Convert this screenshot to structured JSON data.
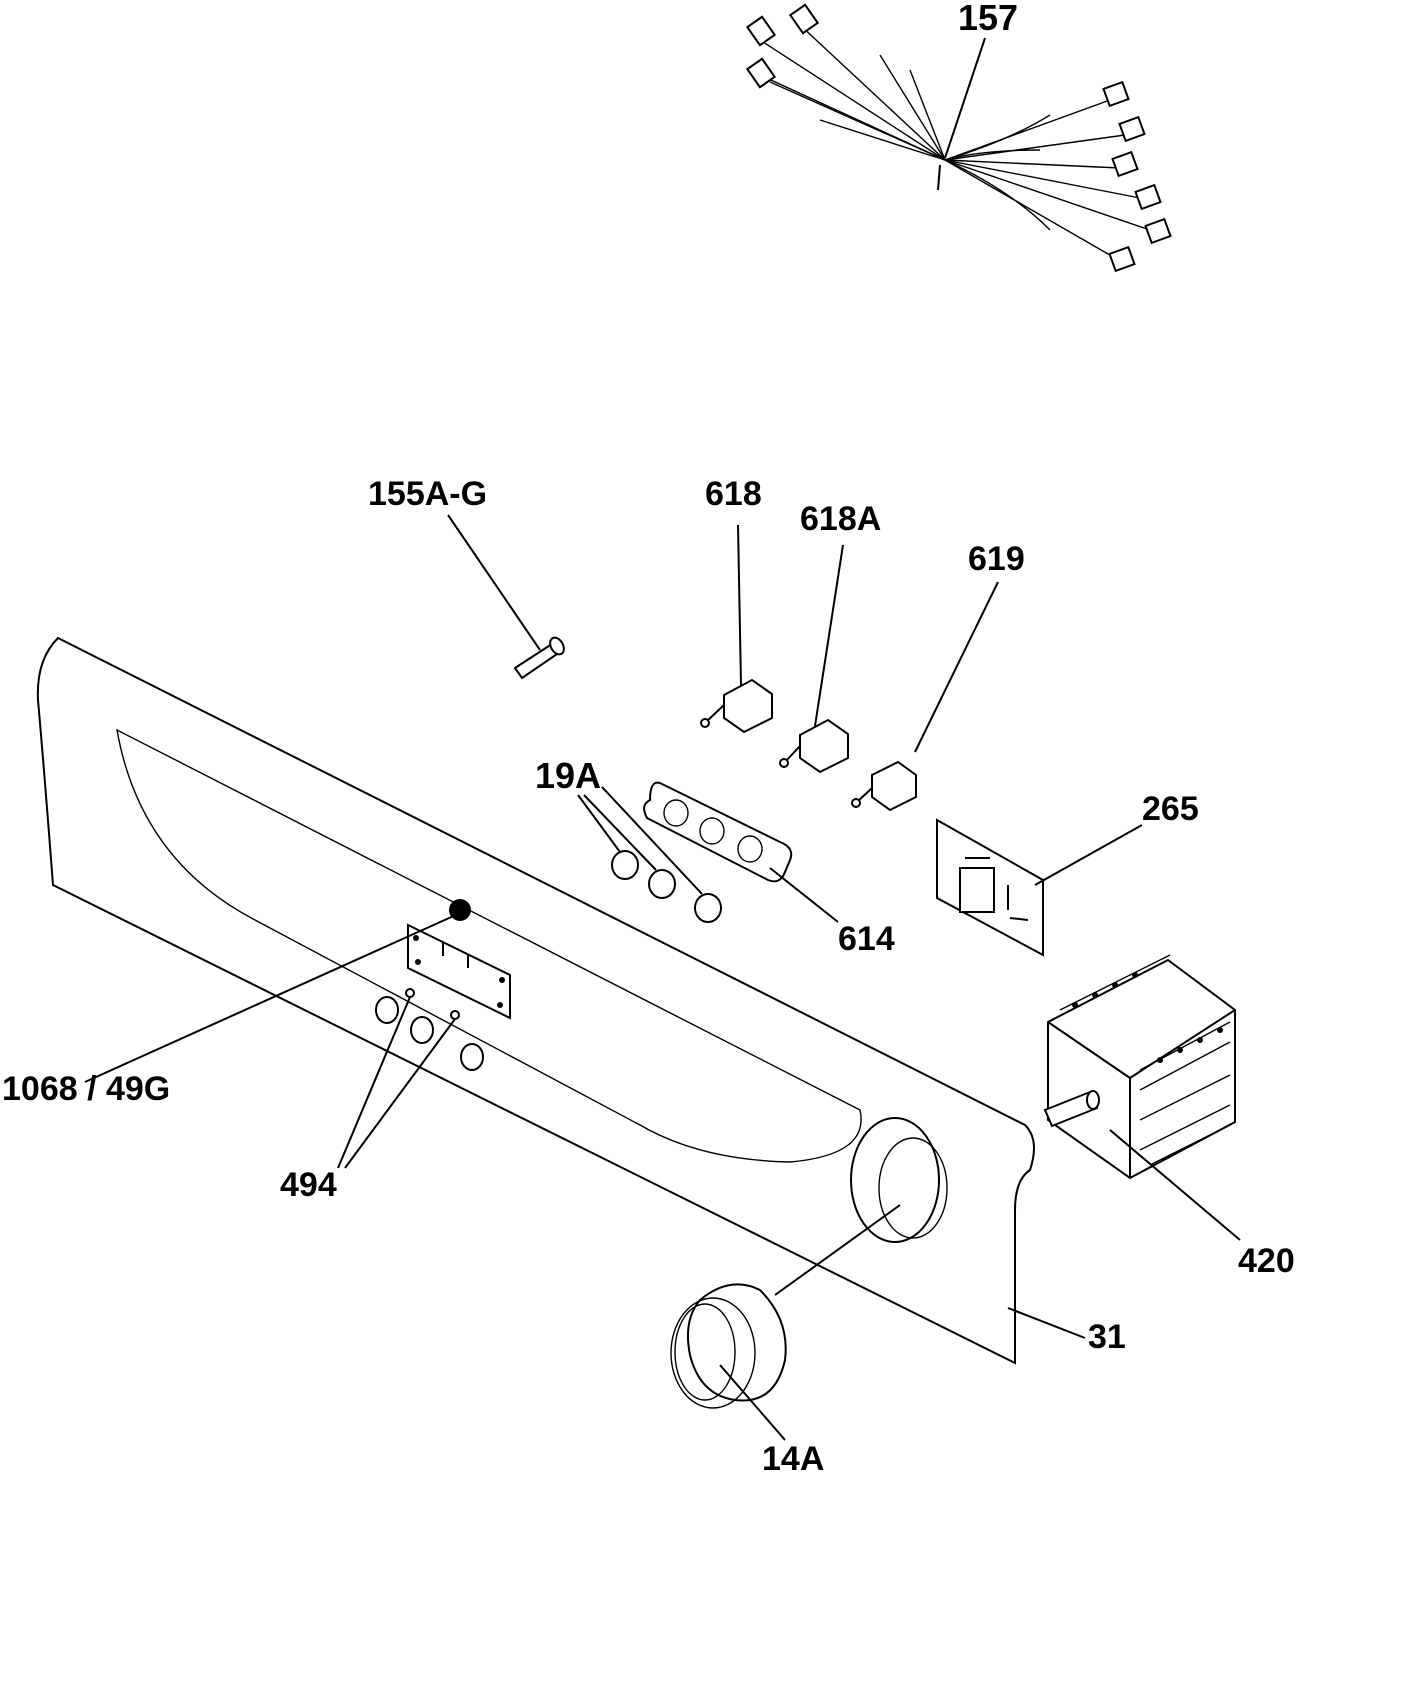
{
  "labels": {
    "p157": "157",
    "p155": "155A-G",
    "p618": "618",
    "p618a": "618A",
    "p619": "619",
    "p19a": "19A",
    "p265": "265",
    "p614": "614",
    "p1068": "1068 / 49G",
    "p494": "494",
    "p420": "420",
    "p31": "31",
    "p14a": "14A"
  }
}
